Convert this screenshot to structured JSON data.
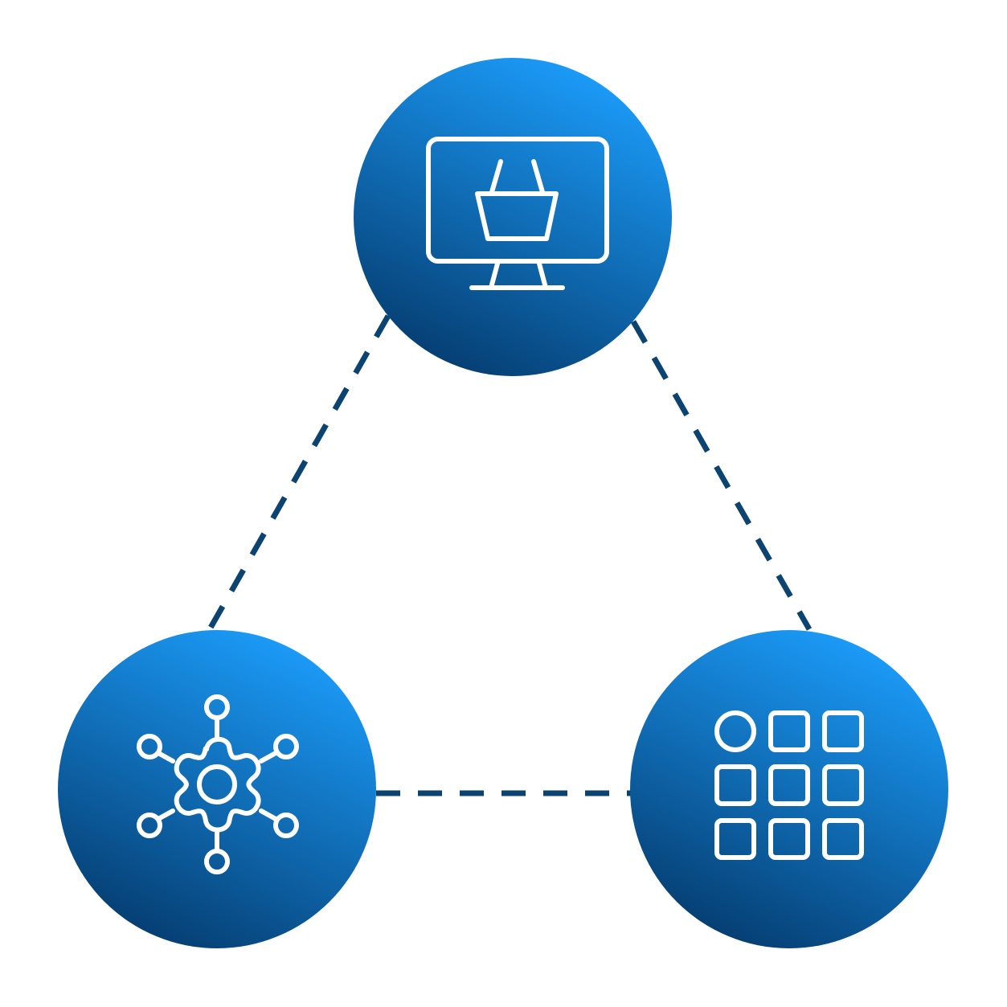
{
  "colors": {
    "background": "#ffffff",
    "connector": "#0b4470",
    "node_gradient_light": "#1b9bf8",
    "node_gradient_dark": "#053e72",
    "icon": "#ffffff"
  },
  "nodes": [
    {
      "id": "top",
      "icon": "computer-shopping-basket-icon"
    },
    {
      "id": "bottom-left",
      "icon": "gear-network-icon"
    },
    {
      "id": "bottom-right",
      "icon": "app-grid-icon"
    }
  ],
  "connectors": [
    {
      "from": "top",
      "to": "bottom-left",
      "style": "dashed"
    },
    {
      "from": "top",
      "to": "bottom-right",
      "style": "dashed"
    },
    {
      "from": "bottom-left",
      "to": "bottom-right",
      "style": "dashed"
    }
  ]
}
